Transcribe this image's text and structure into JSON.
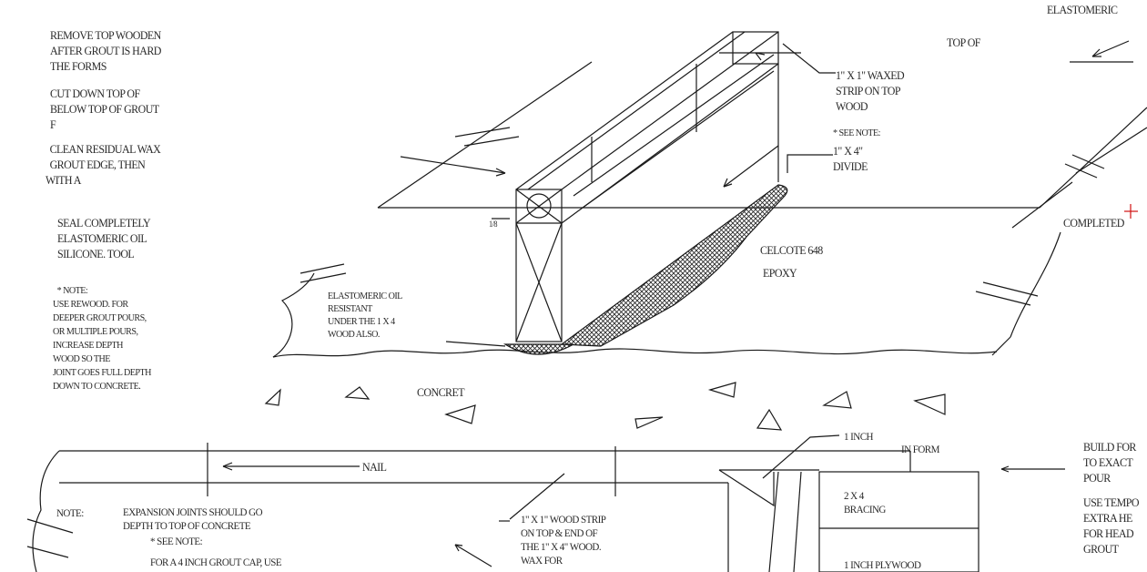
{
  "notes_left": {
    "block1": [
      "REMOVE TOP WOODEN",
      "AFTER GROUT IS HARD",
      "THE FORMS"
    ],
    "block2": [
      "CUT DOWN TOP OF",
      "BELOW TOP OF GROUT",
      "F"
    ],
    "block3": [
      "CLEAN RESIDUAL WAX",
      "GROUT EDGE, THEN",
      "WITH A"
    ],
    "block4": [
      "SEAL COMPLETELY",
      "ELASTOMERIC  OIL",
      "SILICONE.  TOOL"
    ],
    "note_head": "* NOTE:",
    "note_body": [
      "USE REWOOD.  FOR",
      "DEEPER GROUT POURS,",
      "OR MULTIPLE POURS,",
      "INCREASE DEPTH",
      "WOOD SO THE",
      "JOINT GOES FULL DEPTH",
      "DOWN TO CONCRETE."
    ]
  },
  "labels": {
    "elastomeric_top": "ELASTOMERIC",
    "top_of": "TOP OF",
    "waxed_strip": [
      "1\" X 1\" WAXED",
      "STRIP ON TOP",
      "WOOD"
    ],
    "see_note": "* SEE NOTE:",
    "divide": [
      "1\" X 4\"",
      "DIVIDE"
    ],
    "completed": "COMPLETED",
    "celcote": "CELCOTE 648",
    "epoxy": "EPOXY",
    "elastomeric_oil": [
      "ELASTOMERIC OIL",
      "RESISTANT",
      "UNDER THE 1 X 4",
      "WOOD ALSO."
    ],
    "eighth": "1/8",
    "concrete": "CONCRET",
    "nail": "NAIL",
    "one_inch": "1 INCH",
    "in_form": "IN FORM",
    "bracing": [
      "2 X 4",
      "BRACING"
    ],
    "plywood": "1 INCH PLYWOOD",
    "build_form": [
      "BUILD FOR",
      "TO EXACT",
      "POUR"
    ],
    "use_temp": [
      "USE TEMPO",
      "EXTRA HE",
      "FOR HEAD",
      "GROUT"
    ],
    "note_bottom": "NOTE:",
    "expansion": [
      "EXPANSION JOINTS SHOULD GO",
      "DEPTH TO TOP OF CONCRETE"
    ],
    "see_note_bottom": "* SEE NOTE:",
    "grout_cap": "FOR A 4 INCH GROUT CAP, USE",
    "wood_strip": [
      "1\" X 1\" WOOD STRIP",
      "ON TOP & END OF",
      "THE 1\" X 4\" WOOD.",
      "WAX FOR"
    ]
  },
  "colors": {
    "line": "#1a1a1a",
    "marker": "#d01010"
  }
}
